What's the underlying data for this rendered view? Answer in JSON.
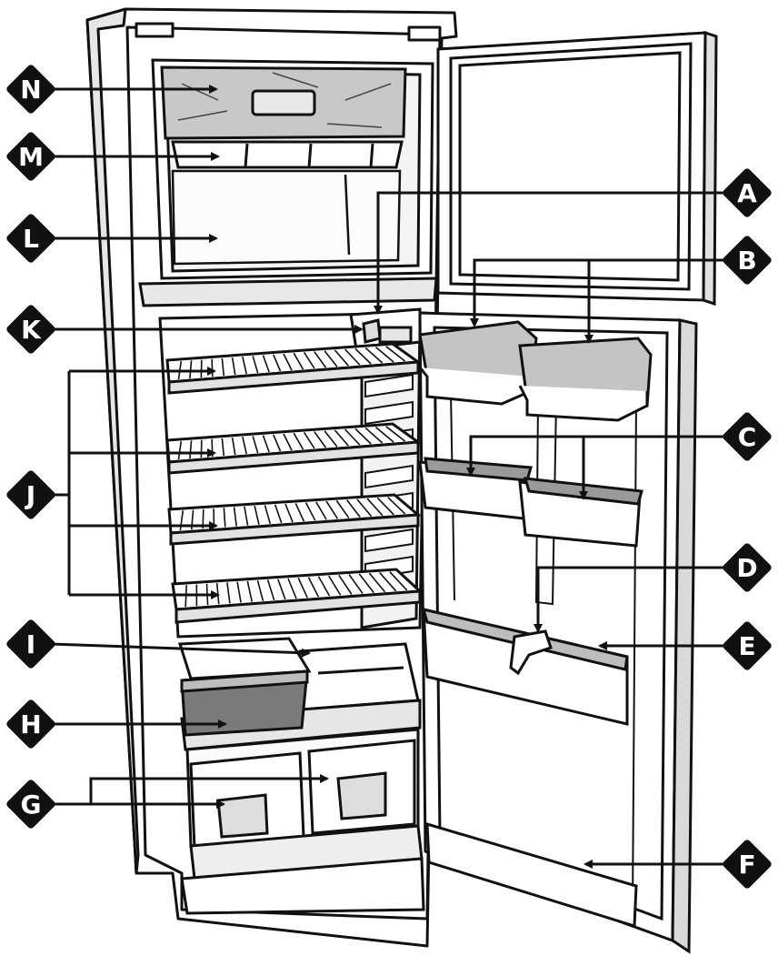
{
  "diagram": {
    "subject": "refrigerator-freezer-open-doors",
    "labels": [
      {
        "id": "N",
        "text": "N"
      },
      {
        "id": "M",
        "text": "M"
      },
      {
        "id": "L",
        "text": "L"
      },
      {
        "id": "K",
        "text": "K"
      },
      {
        "id": "J",
        "text": "J"
      },
      {
        "id": "I",
        "text": "I"
      },
      {
        "id": "H",
        "text": "H"
      },
      {
        "id": "G",
        "text": "G"
      },
      {
        "id": "A",
        "text": "A"
      },
      {
        "id": "B",
        "text": "B"
      },
      {
        "id": "C",
        "text": "C"
      },
      {
        "id": "D",
        "text": "D"
      },
      {
        "id": "E",
        "text": "E"
      },
      {
        "id": "F",
        "text": "F"
      }
    ],
    "colors": {
      "ink": "#111111",
      "paper": "#ffffff",
      "shade": "#d6d6d6",
      "glass": "#bdbdbd",
      "drawer": "#7a7a7a"
    }
  }
}
